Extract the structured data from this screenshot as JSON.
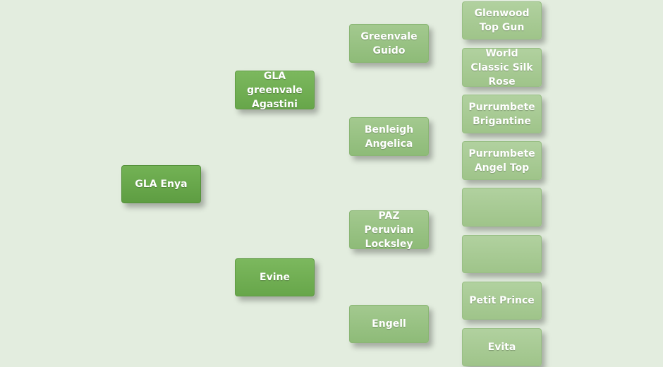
{
  "pedigree": {
    "subject": {
      "label": "GLA Enya"
    },
    "sire": {
      "label": "GLA greenvale Agastini"
    },
    "dam": {
      "label": "Evine"
    },
    "sire_sire": {
      "label": "Greenvale Guido"
    },
    "sire_dam": {
      "label": "Benleigh Angelica"
    },
    "dam_sire": {
      "label": "PAZ Peruvian Locksley"
    },
    "dam_dam": {
      "label": "Engell"
    },
    "great_grandparents": [
      {
        "label": "Glenwood Top Gun"
      },
      {
        "label": "World Classic Silk Rose"
      },
      {
        "label": "Purrumbete Brigantine"
      },
      {
        "label": "Purrumbete Angel Top"
      },
      {
        "label": ""
      },
      {
        "label": ""
      },
      {
        "label": "Petit Prince"
      },
      {
        "label": "Evita"
      }
    ]
  },
  "colors": {
    "background": "#e3eddf",
    "level_0": "#66a64a",
    "level_1": "#70ae53",
    "level_2": "#98c283",
    "level_3": "#a8cb95",
    "text": "#ffffff"
  }
}
